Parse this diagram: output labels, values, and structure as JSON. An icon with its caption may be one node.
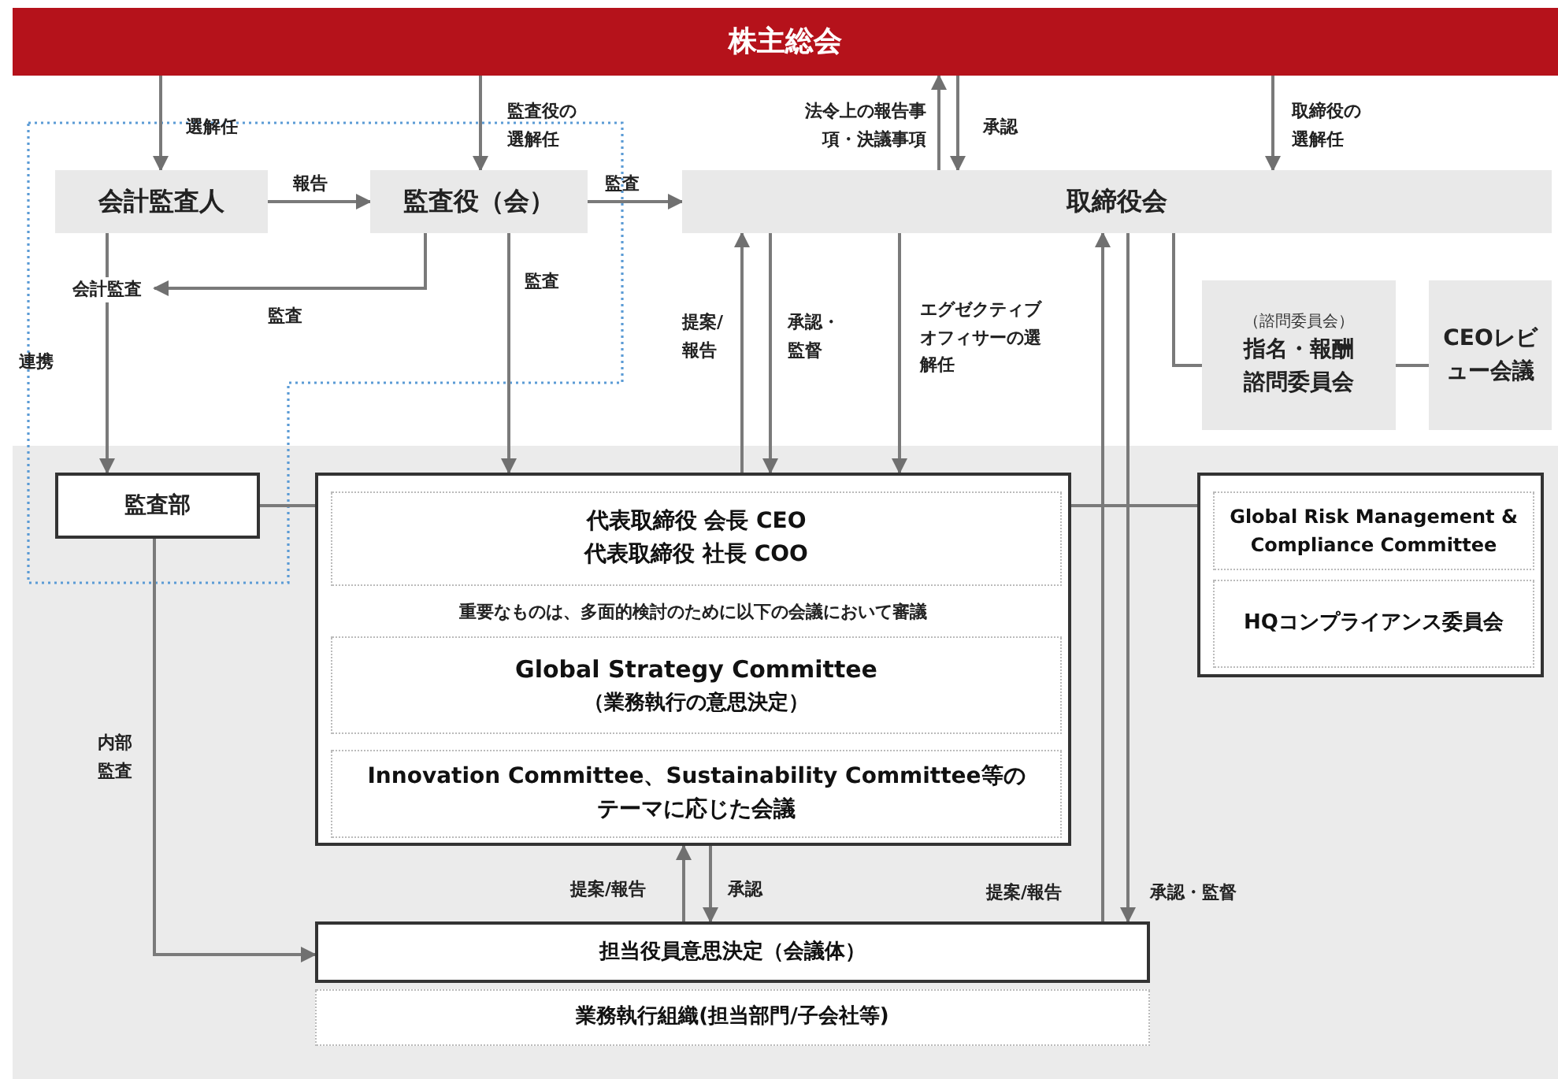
{
  "diagram": {
    "nodes": [
      {
        "text": [
          "株主総会"
        ]
      },
      {
        "text": [
          "会計監査人"
        ]
      },
      {
        "text": [
          "監査役（会）"
        ]
      },
      {
        "text": [
          "取締役会"
        ]
      },
      {
        "text": [
          "（諮問委員会）",
          "指名・報酬諮問委員会"
        ]
      },
      {
        "text": [
          "CEOレビュー会議"
        ]
      },
      {
        "text": [
          "会計監査"
        ]
      },
      {
        "text": [
          "監査部"
        ]
      },
      {
        "text": [],
        "shape": "box"
      },
      {
        "text": [
          "代表取締役 会長 CEO",
          "代表取締役 社長 COO"
        ],
        "in": 8
      },
      {
        "text": [
          "Global Strategy Committee",
          "（業務執行の意思決定）"
        ],
        "in": 8
      },
      {
        "text": [
          "Innovation Committee、Sustainability Committee等のテーマに応じた会議"
        ],
        "in": 8
      },
      {
        "text": [],
        "shape": "box"
      },
      {
        "text": [
          "Global Risk Management & Compliance Committee"
        ],
        "in": 12
      },
      {
        "text": [
          "HQコンプライアンス委員会"
        ],
        "in": 12
      },
      {
        "text": [
          "担当役員意思決定（会議体）"
        ]
      },
      {
        "text": [
          "業務執行組織(担当部門/子会社等)"
        ]
      }
    ],
    "edges": [
      {
        "from": 0,
        "to": 1,
        "arrow": "to",
        "label": "選解任"
      },
      {
        "from": 0,
        "to": 2,
        "arrow": "to",
        "label": "監査役の選解任"
      },
      {
        "from": 1,
        "to": 2,
        "arrow": "to",
        "label": "報告"
      },
      {
        "from": 2,
        "to": 3,
        "arrow": "to",
        "label": "監査"
      },
      {
        "from": 3,
        "to": 0,
        "arrow": "to",
        "label": "法令上の報告事項・決議事項"
      },
      {
        "from": 0,
        "to": 3,
        "arrow": "to",
        "label": "承認"
      },
      {
        "from": 0,
        "to": 3,
        "arrow": "to",
        "label": "取締役の選解任"
      },
      {
        "from": 1,
        "to": 6,
        "arrow": "none"
      },
      {
        "from": 6,
        "to": 7,
        "arrow": "to"
      },
      {
        "from": 2,
        "to": 6,
        "arrow": "to",
        "label": "監査"
      },
      {
        "from": 2,
        "to": 8,
        "arrow": "to",
        "label": "監査"
      },
      {
        "from": 8,
        "to": 3,
        "arrow": "to",
        "label": "提案/報告"
      },
      {
        "from": 3,
        "to": 8,
        "arrow": "to",
        "label": "承認・監督"
      },
      {
        "from": 3,
        "to": 8,
        "arrow": "to",
        "label": "エグゼクティブオフィサーの選解任"
      },
      {
        "from": 15,
        "to": 3,
        "arrow": "to",
        "label": "提案/報告"
      },
      {
        "from": 3,
        "to": 15,
        "arrow": "to",
        "label": "承認・監督"
      },
      {
        "from": 3,
        "to": 4,
        "arrow": "none"
      },
      {
        "from": 4,
        "to": 5,
        "arrow": "none"
      },
      {
        "from": 7,
        "to": 8,
        "arrow": "none"
      },
      {
        "from": 8,
        "to": 12,
        "arrow": "none"
      },
      {
        "from": 15,
        "to": 8,
        "arrow": "to",
        "label": "提案/報告"
      },
      {
        "from": 8,
        "to": 15,
        "arrow": "to",
        "label": "承認"
      },
      {
        "from": 7,
        "to": 15,
        "arrow": "to",
        "label": "内部監査"
      }
    ],
    "labels": [
      "重要なものは、多面的検討のために以下の会議において審議",
      "連携"
    ]
  }
}
